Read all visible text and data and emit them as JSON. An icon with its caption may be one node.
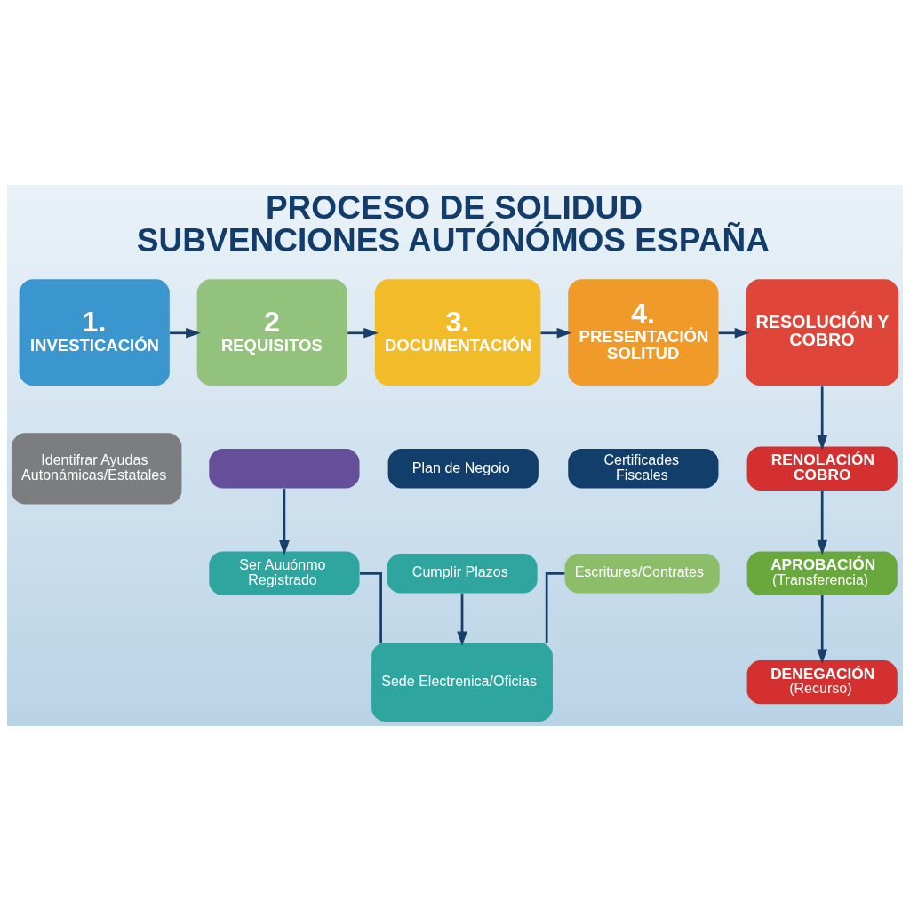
{
  "diagram": {
    "title": "PROCESO DE SOLIDUD SUBVENCIONES AUTÓNÓMOS ESPAÑA",
    "nodes": [
      {
        "text": [
          "1.",
          "INVESTICACIÓN"
        ]
      },
      {
        "text": [
          "2",
          "REQUISITOS"
        ]
      },
      {
        "text": [
          "3.",
          "DOCUMENTACIÓN"
        ]
      },
      {
        "text": [
          "4.",
          "PRESENTACIÓN SOLITUD"
        ]
      },
      {
        "text": [
          "RESOLUCIÓN Y COBRO"
        ]
      },
      {
        "text": [
          "Identifrar Ayudas Autonámicas/Estatales"
        ]
      },
      {
        "text": [],
        "shape": "box"
      },
      {
        "text": [
          "Ser Auuónmo Registrado"
        ]
      },
      {
        "text": [
          "Plan de Negoio"
        ]
      },
      {
        "text": [
          "Cumplir Plazos"
        ]
      },
      {
        "text": [
          "Certificades Fiscales"
        ]
      },
      {
        "text": [
          "Escritures/Contrates"
        ]
      },
      {
        "text": [
          "Sede Electrenica/Oficias"
        ]
      },
      {
        "text": [
          "RENOLACIÓN COBRO"
        ]
      },
      {
        "text": [
          "APROBACIÓN",
          "(Transferencia)"
        ]
      },
      {
        "text": [
          "DENEGACIÓN",
          "(Recurso)"
        ]
      }
    ],
    "edges": [
      {
        "from": 0,
        "to": 1,
        "arrow": "to"
      },
      {
        "from": 1,
        "to": 2,
        "arrow": "to"
      },
      {
        "from": 2,
        "to": 3,
        "arrow": "to"
      },
      {
        "from": 3,
        "to": 4,
        "arrow": "to"
      },
      {
        "from": 6,
        "to": 7,
        "arrow": "to"
      },
      {
        "from": 9,
        "to": 12,
        "arrow": "to"
      },
      {
        "from": 7,
        "to": 12,
        "arrow": "none"
      },
      {
        "from": 11,
        "to": 12,
        "arrow": "none"
      },
      {
        "from": 4,
        "to": 13,
        "arrow": "to"
      },
      {
        "from": 13,
        "to": 14,
        "arrow": "to"
      },
      {
        "from": 14,
        "to": 15,
        "arrow": "to"
      }
    ]
  }
}
